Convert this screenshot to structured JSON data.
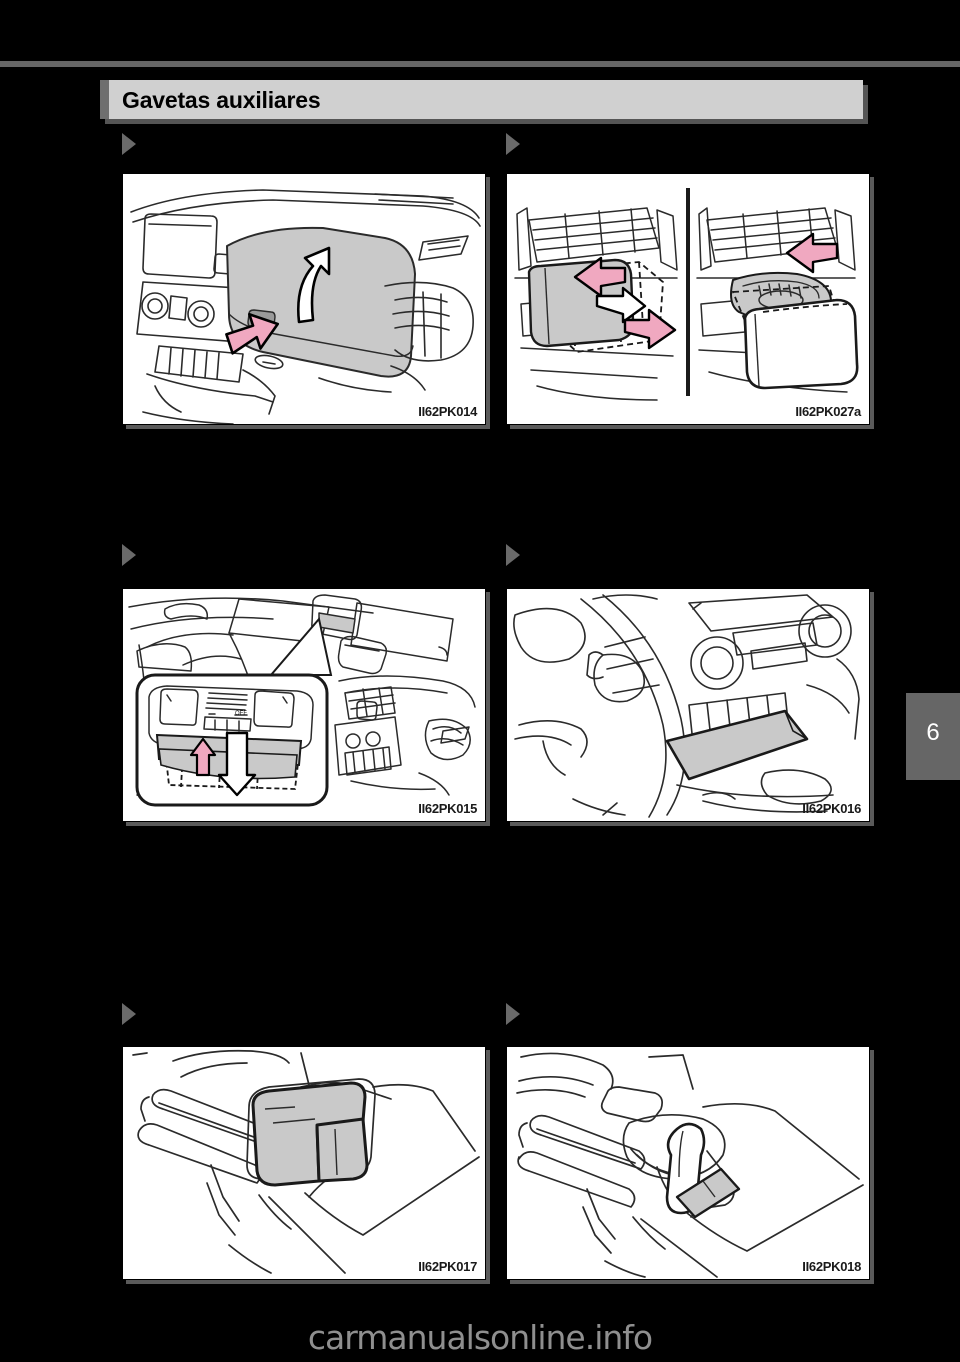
{
  "page": {
    "language": "pt-BR",
    "document_type": "vehicle-owners-manual",
    "title": "Gavetas auxiliares",
    "chapter_tab": "6",
    "watermark": "carmanualsonline.info",
    "background_color": "#000000",
    "title_bar_color": "#d0d0d0",
    "rule_color": "#666666",
    "accent_color": "#f0a8c0"
  },
  "figures": [
    {
      "id": "II62PK014",
      "position": "row-1-left",
      "caption_bullet": true,
      "subject": "porta-luvas-superior-do-painel",
      "description": "Painel de instrumentos com tampa do porta-luvas superior; seta rosa indica o botao de abertura e seta branca indica o movimento da tampa para cima",
      "arrows": [
        {
          "color": "#f0a8c0",
          "semantic": "pressione-o-botao",
          "direction": "up-right"
        },
        {
          "color": "#ffffff",
          "semantic": "tampa-abre",
          "direction": "up"
        }
      ]
    },
    {
      "id": "II62PK027a",
      "position": "row-1-right",
      "caption_bullet": true,
      "subject": "porta-luvas-inferior-com-trava",
      "description": "Duas vistas separadas por linha divisoria vertical: a esquerda a gaveta sendo puxada, a direita a gaveta aberta mostrando a fechadura",
      "panels": 2,
      "divider": true,
      "arrows": [
        {
          "color": "#f0a8c0",
          "semantic": "empurre",
          "direction": "left"
        },
        {
          "color": "#ffffff",
          "semantic": "solte",
          "direction": "right"
        },
        {
          "color": "#f0a8c0",
          "semantic": "puxe-para-fora",
          "direction": "right-down"
        },
        {
          "color": "#f0a8c0",
          "semantic": "pressione-trava",
          "direction": "left"
        }
      ]
    },
    {
      "id": "II62PK015",
      "position": "row-2-left",
      "caption_bullet": true,
      "subject": "porta-oculos-do-console-superior",
      "description": "Vista interna do teto com console superior e espelho retrovisor; detalhe ampliado mostra o porta-oculos abrindo para baixo",
      "inset_callout": true,
      "console_labels": [
        "OFF"
      ],
      "arrows": [
        {
          "color": "#f0a8c0",
          "semantic": "pressione",
          "direction": "up"
        },
        {
          "color": "#ffffff",
          "semantic": "abre-para-baixo",
          "direction": "down"
        }
      ]
    },
    {
      "id": "II62PK016",
      "position": "row-2-right",
      "caption_bullet": true,
      "subject": "bandeja-auxiliar-do-painel",
      "description": "Vista do volante e painel central com bandeja auxiliar sombreada abaixo dos controles",
      "arrows": []
    },
    {
      "id": "II62PK017",
      "position": "row-3-left",
      "caption_bullet": true,
      "subject": "porta-objetos-do-console-central",
      "description": "Console central entre os bancos com compartimento porta-objetos sombreado",
      "arrows": []
    },
    {
      "id": "II62PK018",
      "position": "row-3-right",
      "caption_bullet": true,
      "subject": "porta-copos-do-console-central",
      "description": "Console central com porta-copos e garrafa inserida no suporte",
      "arrows": []
    }
  ]
}
